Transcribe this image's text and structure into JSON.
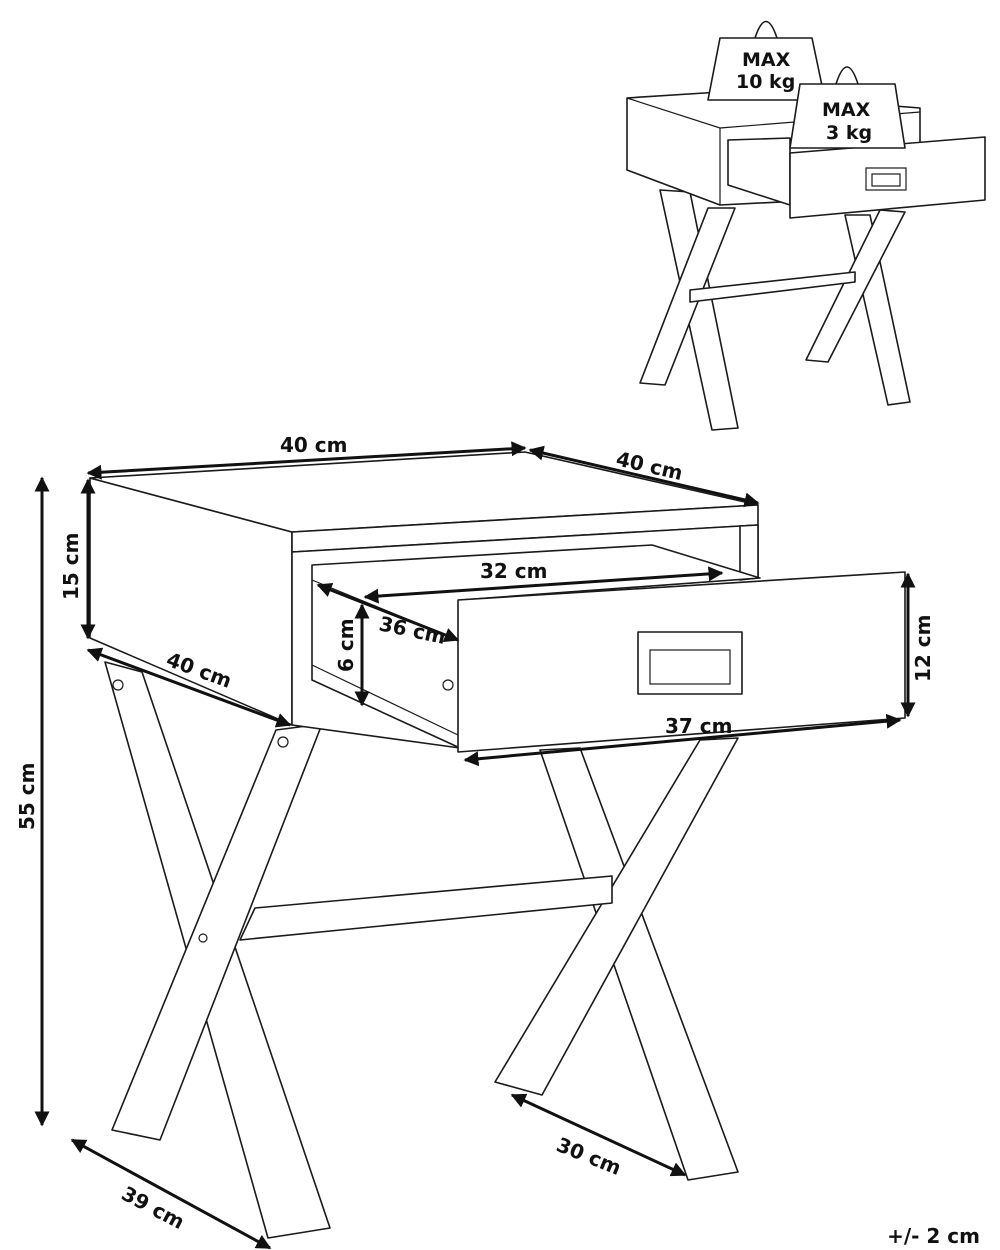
{
  "dimensions": {
    "top_width": "40 cm",
    "top_depth": "40 cm",
    "side_depth": "40 cm",
    "body_height": "15 cm",
    "total_height": "55 cm",
    "drawer_inner_width": "32 cm",
    "drawer_inner_depth": "36 cm",
    "drawer_inner_height": "6 cm",
    "drawer_front_height": "12 cm",
    "drawer_front_width": "37 cm",
    "leg_span_side": "39 cm",
    "leg_span_right": "30 cm"
  },
  "load": {
    "top": {
      "label": "MAX",
      "value": "10 kg"
    },
    "drawer": {
      "label": "MAX",
      "value": "3 kg"
    }
  },
  "tolerance": "+/- 2 cm"
}
